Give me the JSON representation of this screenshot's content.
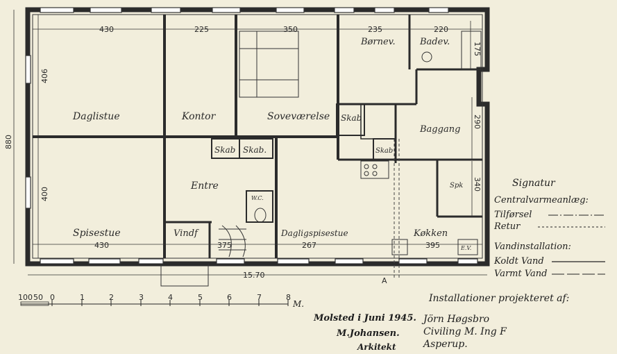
{
  "rooms": {
    "dagligstue": "Daglistue",
    "kontor": "Kontor",
    "sovevaerelse": "Soveværelse",
    "borner": "Børnev.",
    "bader": "Badev.",
    "skab_top": "Skab",
    "baggang": "Baggang",
    "skab_small": "Skab",
    "skab1": "Skab",
    "skab2": "Skab.",
    "entre": "Entre",
    "spisestue": "Spisestue",
    "vindf": "Vindf",
    "dagligspisestue": "Dagligspisestue",
    "kokken": "Køkken",
    "spk": "Spk",
    "wc": "W.C.",
    "ev": "E.V."
  },
  "dimensions": {
    "d430_top": "430",
    "d225": "225",
    "d350": "350",
    "d235": "235",
    "d220": "220",
    "d175": "175",
    "d406": "406",
    "d400": "400",
    "d880": "880",
    "d290": "290",
    "d340": "340",
    "d430_bottom": "430",
    "d375": "375",
    "d267": "267",
    "d395": "395",
    "total_width": "15.70",
    "section_mark": "A"
  },
  "scale": {
    "labels": [
      "100",
      "50",
      "0",
      "1",
      "2",
      "3",
      "4",
      "5",
      "6",
      "7",
      "8"
    ],
    "unit": "M."
  },
  "legend": {
    "title": "Signatur",
    "heating_header": "Centralvarmeanlæg:",
    "supply": "Tilførsel",
    "return": "Retur",
    "water_header": "Vandinstallation:",
    "cold": "Koldt Vand",
    "hot": "Varmt Vand"
  },
  "signature_block": {
    "installations": "Installationer projekteret af:",
    "engineer_name": "Jörn Høgsbro",
    "engineer_title": "Civiling M. Ing F",
    "engineer_place": "Asperup.",
    "date": "Molsted i Juni 1945.",
    "architect_name": "M.Johansen.",
    "architect_title": "Arkitekt"
  }
}
